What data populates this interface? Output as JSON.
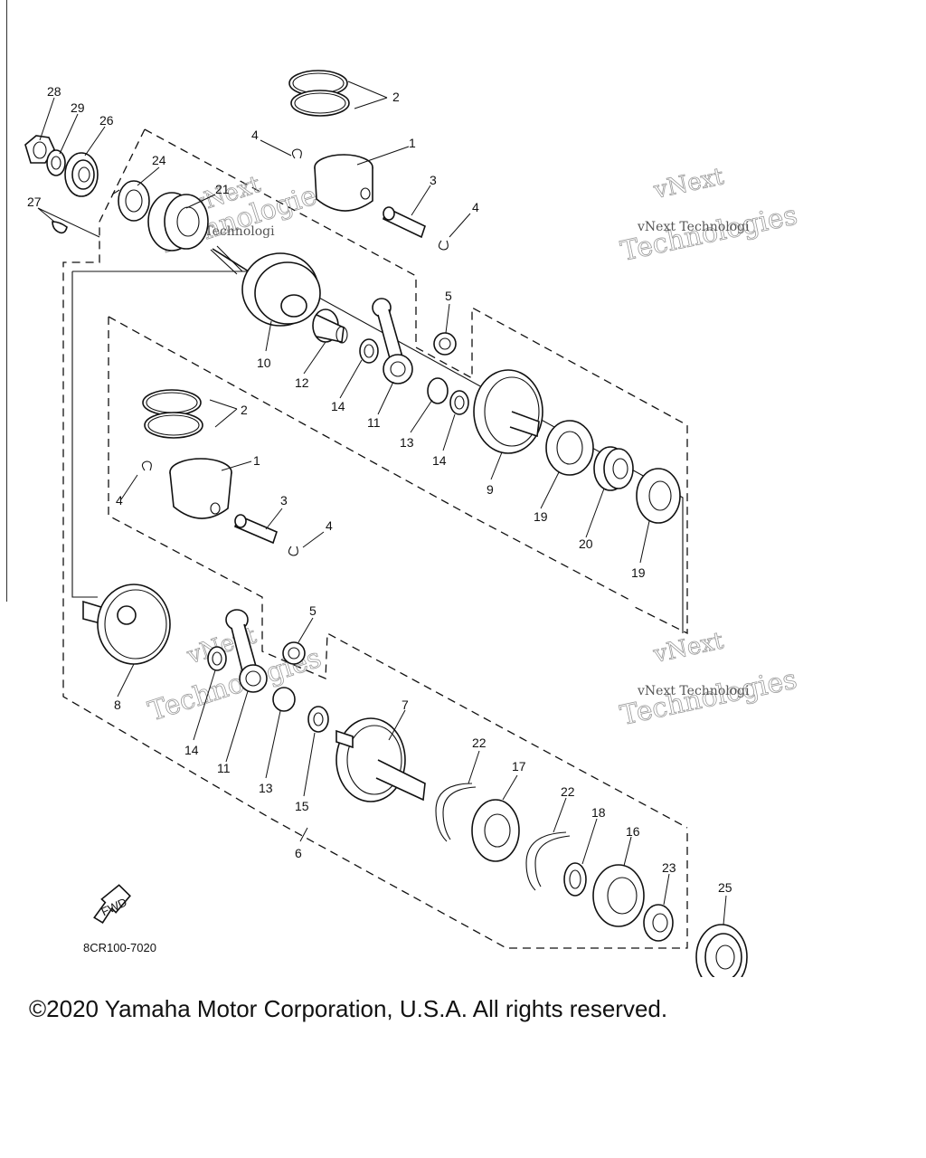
{
  "diagram": {
    "code": "8CR100-7020",
    "fwd_label": "FWD",
    "watermark_line1": "vNext",
    "watermark_line2": "Technologies",
    "watermark_side1": "vNext Technologi",
    "watermark_side2": "Technolo",
    "callouts": [
      "28",
      "29",
      "26",
      "24",
      "21",
      "27",
      "2",
      "4",
      "1",
      "3",
      "4",
      "5",
      "10",
      "12",
      "14",
      "11",
      "13",
      "14",
      "9",
      "19",
      "20",
      "19",
      "2",
      "1",
      "4",
      "3",
      "4",
      "5",
      "8",
      "14",
      "11",
      "13",
      "15",
      "7",
      "22",
      "17",
      "22",
      "18",
      "16",
      "23",
      "25",
      "6"
    ]
  },
  "footer": {
    "copyright": "©2020 Yamaha Motor Corporation, U.S.A. All rights reserved."
  }
}
